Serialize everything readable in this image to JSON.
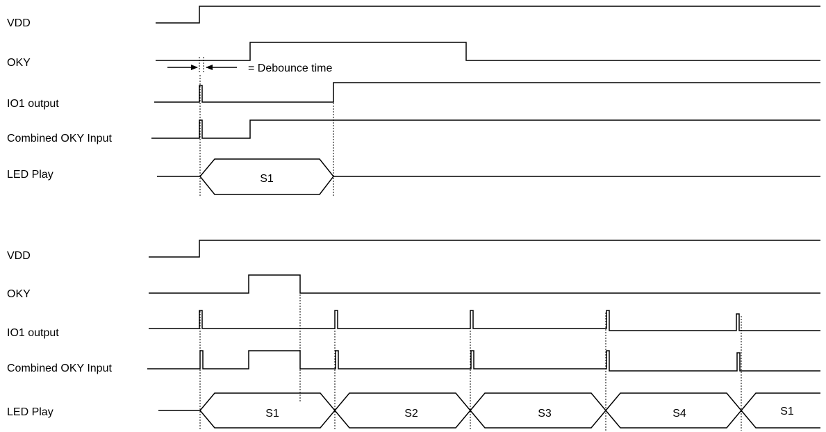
{
  "diagram1": {
    "signals": [
      "VDD",
      "OKY",
      "IO1 output",
      "Combined OKY Input",
      "LED Play"
    ],
    "annotation": "= Debounce time",
    "segments": [
      "S1"
    ]
  },
  "diagram2": {
    "signals": [
      "VDD",
      "OKY",
      "IO1 output",
      "Combined OKY Input",
      "LED Play"
    ],
    "segments": [
      "S1",
      "S2",
      "S3",
      "S4",
      "S1"
    ]
  }
}
